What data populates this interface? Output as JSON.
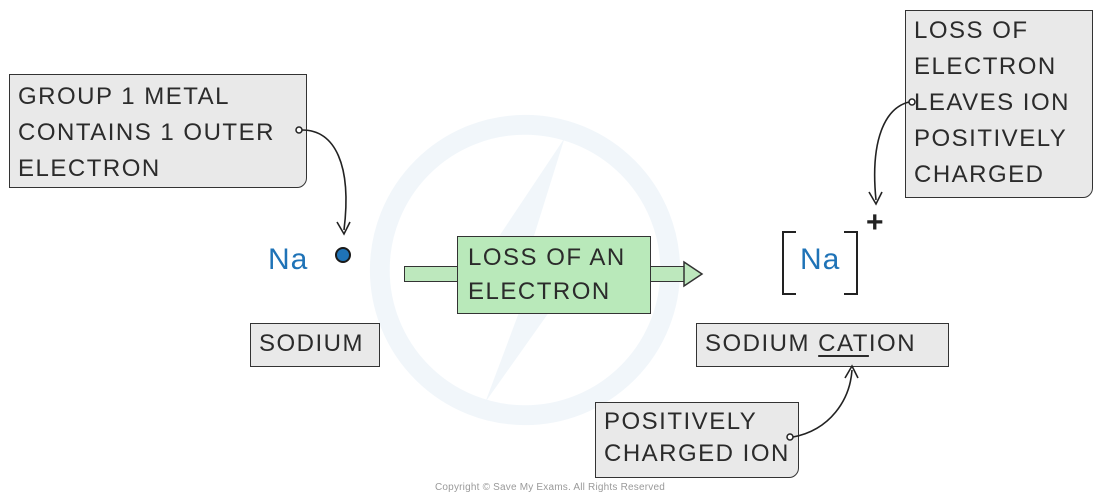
{
  "callouts": {
    "group1": "GROUP 1 METAL\nCONTAINS 1 OUTER\nELECTRON",
    "loss": "LOSS OF\nELECTRON\nLEAVES ION\nPOSITIVELY\nCHARGED",
    "positive": "POSITIVELY\nCHARGED ION"
  },
  "atom": {
    "symbol": "Na",
    "name": "SODIUM"
  },
  "reaction": {
    "label": "LOSS OF AN\nELECTRON"
  },
  "ion": {
    "symbol": "Na",
    "charge": "+",
    "name_prefix": "SODIUM ",
    "name_underlined": "CAT",
    "name_suffix": "ION"
  },
  "footer": {
    "copyright": "Copyright © Save My Exams. All Rights Reserved"
  },
  "colors": {
    "symbol": "#1f73b7",
    "reaction_fill": "#b9e9ba",
    "label_fill": "#e9e9e9"
  }
}
